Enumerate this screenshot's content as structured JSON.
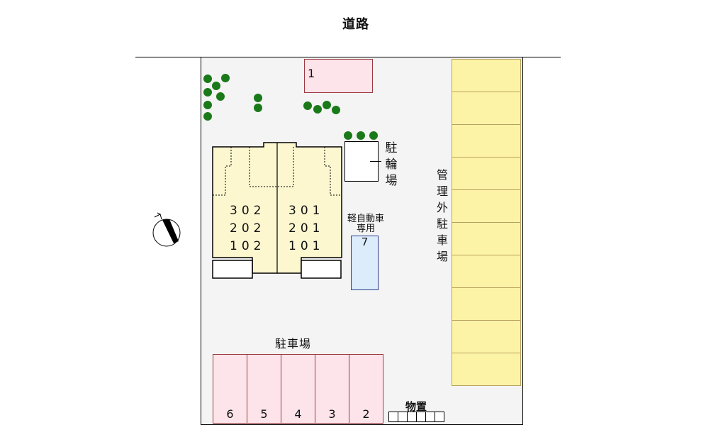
{
  "road": {
    "label": "道路"
  },
  "compass": {
    "name": "north-arrow"
  },
  "building": {
    "left_units": [
      "302",
      "202",
      "102"
    ],
    "right_units": [
      "301",
      "201",
      "101"
    ]
  },
  "bicycle_parking": {
    "label_chars": [
      "駐",
      "輪",
      "場"
    ]
  },
  "kei_car": {
    "label_line1": "軽自動車",
    "label_line2": "専用",
    "slot_number": "7"
  },
  "top_parking": {
    "slot_number": "1"
  },
  "external_parking": {
    "label_chars": [
      "管",
      "理",
      "外",
      "駐",
      "車",
      "場"
    ],
    "slot_count": 10
  },
  "main_parking": {
    "label": "駐車場",
    "slots": [
      "6",
      "5",
      "4",
      "3",
      "2"
    ]
  },
  "storage": {
    "label": "物置",
    "cell_count": 6
  },
  "colors": {
    "tenant_parking": "#fde3ea",
    "external_parking": "#fdf3a6",
    "kei_parking": "#dcecfb",
    "building": "#fdf7d0",
    "trees": "#1a7a1a"
  }
}
